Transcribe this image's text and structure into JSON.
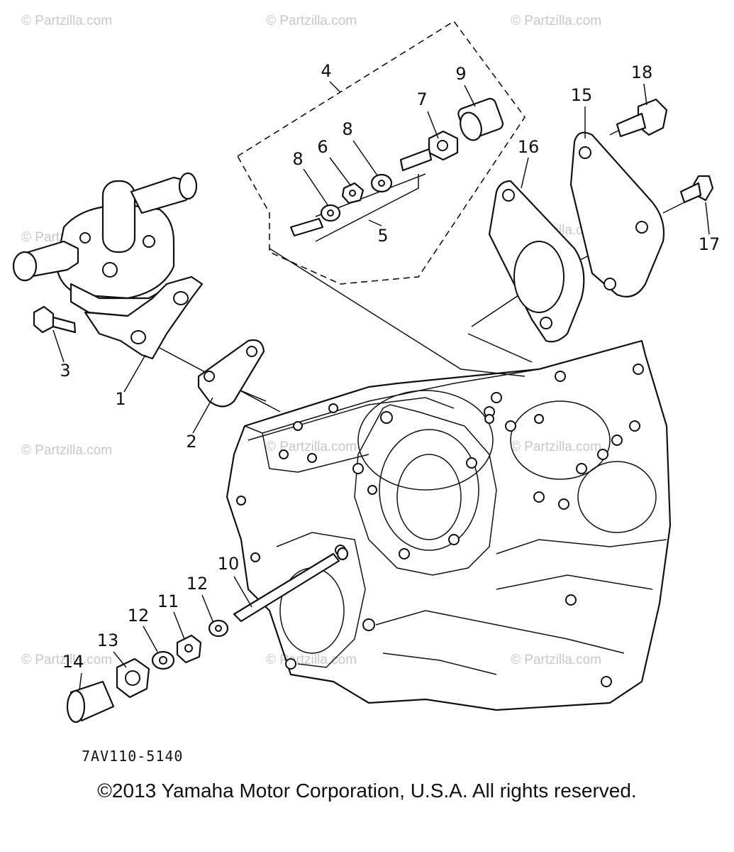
{
  "diagram": {
    "callouts": [
      "1",
      "2",
      "3",
      "4",
      "5",
      "6",
      "7",
      "8",
      "8",
      "9",
      "10",
      "11",
      "12",
      "12",
      "13",
      "14",
      "15",
      "16",
      "17",
      "18"
    ],
    "watermark": "© Partzilla.com",
    "part_code": "7AV110-5140"
  },
  "footer": {
    "copyright": "©2013  Yamaha Motor Corporation, U.S.A. All rights reserved."
  }
}
